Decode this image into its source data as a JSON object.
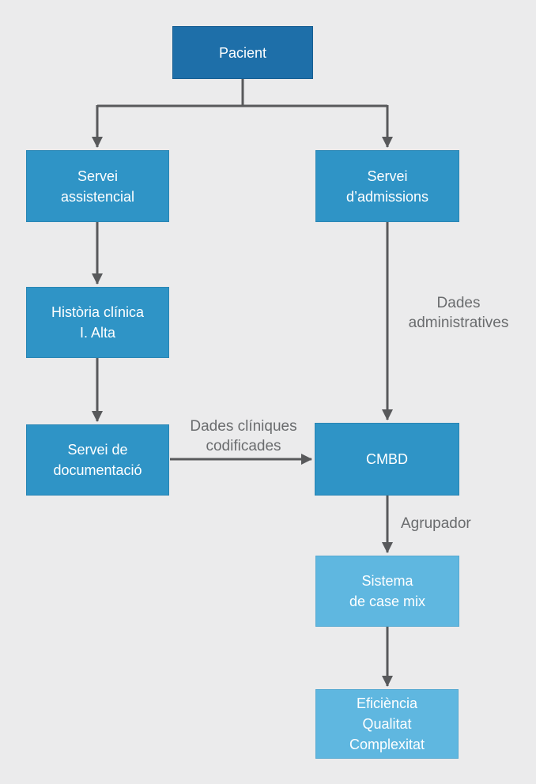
{
  "diagram": {
    "type": "flowchart",
    "background_color": "#ebebec",
    "colors": {
      "box_dark": "#1e6fa9",
      "box_mid": "#2f94c6",
      "box_light": "#5fb7e0",
      "box_text": "#ffffff",
      "arrow": "#58595b",
      "edge_label_text": "#6a6c6e"
    },
    "nodes": {
      "pacient": {
        "label": "Pacient"
      },
      "servei_assistencial": {
        "label": "Servei\nassistencial"
      },
      "servei_admissions": {
        "label": "Servei\nd’admissions"
      },
      "historia_clinica": {
        "label": "Història clínica\nI. Alta"
      },
      "servei_documentacio": {
        "label": "Servei de\ndocumentació"
      },
      "cmbd": {
        "label": "CMBD"
      },
      "sistema_case_mix": {
        "label": "Sistema\nde case mix"
      },
      "eficiencia": {
        "label": "Eficiència\nQualitat\nComplexitat"
      }
    },
    "edge_labels": {
      "dades_administratives": "Dades\nadministratives",
      "dades_cliniques": "Dades clíniques\ncodificades",
      "agrupador": "Agrupador"
    },
    "edges": [
      {
        "from": "pacient",
        "to": "servei_assistencial"
      },
      {
        "from": "pacient",
        "to": "servei_admissions"
      },
      {
        "from": "servei_assistencial",
        "to": "historia_clinica"
      },
      {
        "from": "historia_clinica",
        "to": "servei_documentacio"
      },
      {
        "from": "servei_documentacio",
        "to": "cmbd",
        "label": "Dades clíniques codificades"
      },
      {
        "from": "servei_admissions",
        "to": "cmbd",
        "label": "Dades administratives"
      },
      {
        "from": "cmbd",
        "to": "sistema_case_mix",
        "label": "Agrupador"
      },
      {
        "from": "sistema_case_mix",
        "to": "eficiencia"
      }
    ]
  }
}
